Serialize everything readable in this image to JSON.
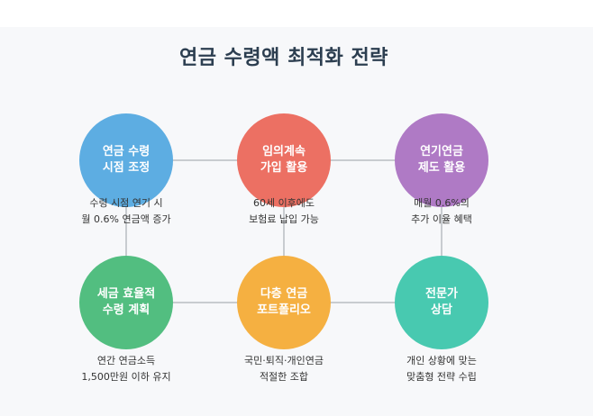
{
  "title": "연금 수령액 최적화 전략",
  "nodes": [
    {
      "label": "연금 수령\n시점 조정",
      "desc": "수령 시점 연기 시\n월 0.6% 연금액 증가",
      "color": "#5dade2"
    },
    {
      "label": "임의계속\n가입 활용",
      "desc": "60세 이후에도\n보험료 납입 가능",
      "color": "#ec7063"
    },
    {
      "label": "연기연금\n제도 활용",
      "desc": "매월 0.6%의\n추가 이율 혜택",
      "color": "#af7ac5"
    },
    {
      "label": "세금 효율적\n수령 계획",
      "desc": "연간 연금소득\n1,500만원 이하 유지",
      "color": "#52be80"
    },
    {
      "label": "다층 연금\n포트폴리오",
      "desc": "국민·퇴직·개인연금\n적절한 조합",
      "color": "#f5b041"
    },
    {
      "label": "전문가\n상담",
      "desc": "개인 상황에 맞는\n맞춤형 전략 수립",
      "color": "#48c9b0"
    }
  ],
  "colors": {
    "connector": "#c8ccd0",
    "title": "#2c3e50"
  }
}
